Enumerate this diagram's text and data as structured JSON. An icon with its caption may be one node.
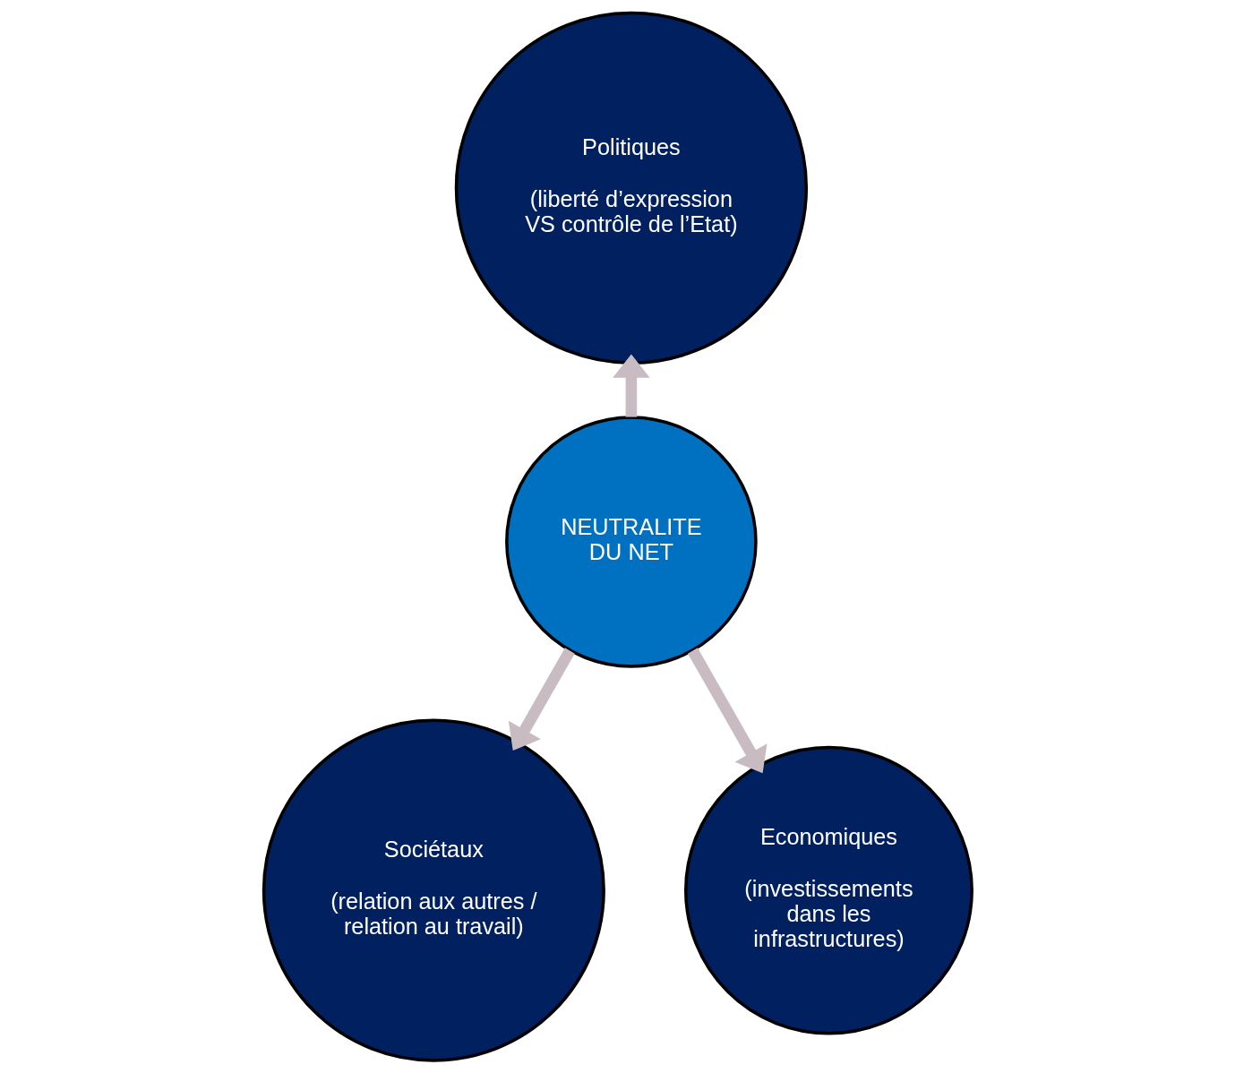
{
  "diagram": {
    "nodes": [
      {
        "text": [
          "Politiques",
          "(liberté d’expression VS contrôle de l’Etat)"
        ]
      },
      {
        "text": [
          "NEUTRALITE DU NET"
        ]
      },
      {
        "text": [
          "Sociétaux",
          "(relation aux autres / relation au travail)"
        ]
      },
      {
        "text": [
          "Economiques",
          "(investissements dans les infrastructures)"
        ]
      }
    ],
    "edges": [
      {
        "from": 1,
        "to": 0,
        "arrow": "to"
      },
      {
        "from": 1,
        "to": 2,
        "arrow": "to"
      },
      {
        "from": 1,
        "to": 3,
        "arrow": "to"
      }
    ]
  }
}
